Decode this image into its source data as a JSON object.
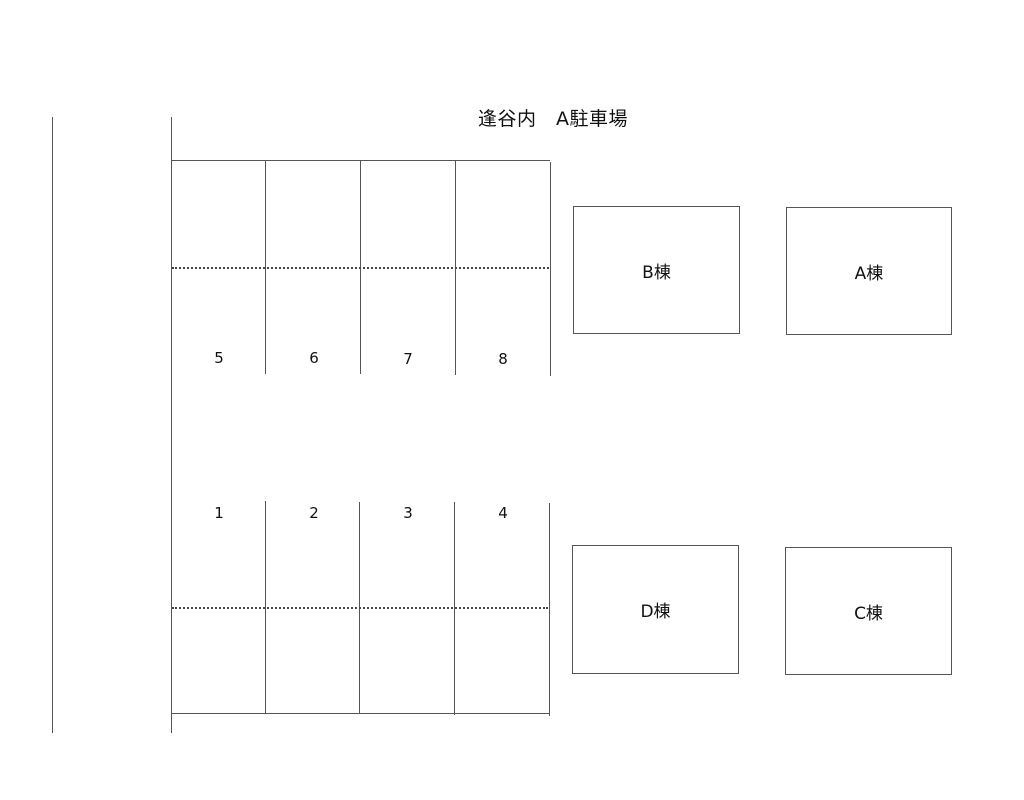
{
  "title": "逢谷内　A駐車場",
  "parking_rows": {
    "top": {
      "stalls": [
        "5",
        "6",
        "7",
        "8"
      ]
    },
    "bottom": {
      "stalls": [
        "1",
        "2",
        "3",
        "4"
      ]
    }
  },
  "buildings": [
    {
      "id": "B",
      "label": "B棟"
    },
    {
      "id": "A",
      "label": "A棟"
    },
    {
      "id": "D",
      "label": "D棟"
    },
    {
      "id": "C",
      "label": "C棟"
    }
  ],
  "colors": {
    "line": "#555555",
    "text": "#111111",
    "background": "#ffffff"
  }
}
